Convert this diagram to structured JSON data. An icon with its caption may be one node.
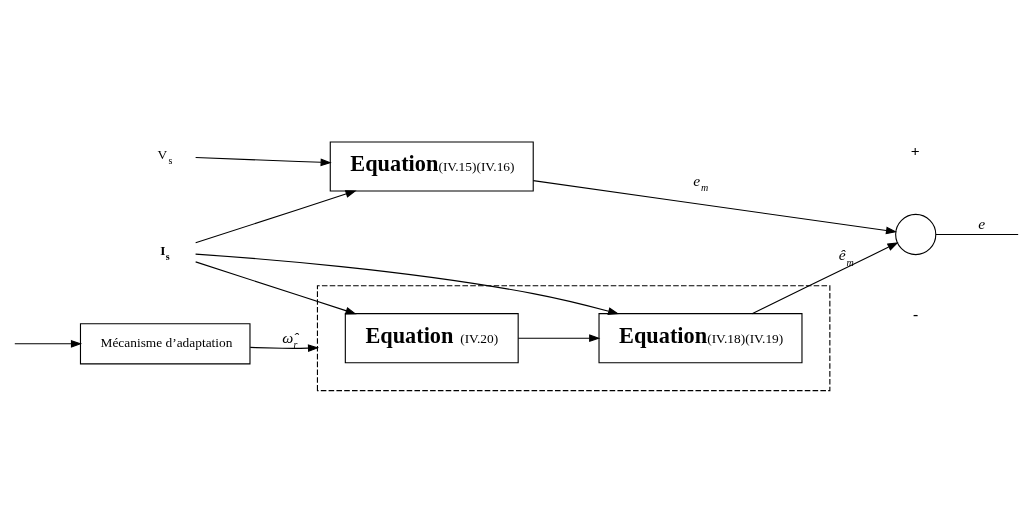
{
  "diagram": {
    "nodes": [
      {
        "text": [
          "V$_{s}$"
        ]
      },
      {
        "text": [
          "**Equation**(IV.15)(IV.16)"
        ]
      },
      {
        "text": [
          "I$_{s}$"
        ]
      },
      {
        "text": [],
        "shape": "box"
      },
      {
        "text": [
          "**Equation** (IV.20)"
        ],
        "in": 3
      },
      {
        "text": [
          "**Equation**(IV.18)(IV.19)"
        ],
        "in": 3
      },
      {
        "text": [],
        "shape": "circle"
      },
      {
        "text": [
          "Mécanisme d’adaptation"
        ]
      }
    ],
    "edges": [
      {
        "from": 0,
        "to": 1,
        "arrow": "to"
      },
      {
        "from": 2,
        "to": 1,
        "arrow": "to"
      },
      {
        "from": 2,
        "to": 5,
        "arrow": "to"
      },
      {
        "from": 2,
        "to": 4,
        "arrow": "to"
      },
      {
        "from": 4,
        "to": 5,
        "arrow": "to"
      },
      {
        "from": 1,
        "to": 6,
        "label": "e$_{m}$",
        "arrow": "to"
      },
      {
        "from": 5,
        "to": 6,
        "label": "ê$_{m}$",
        "arrow": "to"
      },
      {
        "from": 6,
        "to": null,
        "label": "e",
        "arrow": "none"
      },
      {
        "from": null,
        "to": 7,
        "arrow": "to"
      },
      {
        "from": 7,
        "to": 3,
        "label": "ω̂$_{r}$",
        "arrow": "to"
      }
    ],
    "labels": [
      "+",
      "-"
    ]
  }
}
